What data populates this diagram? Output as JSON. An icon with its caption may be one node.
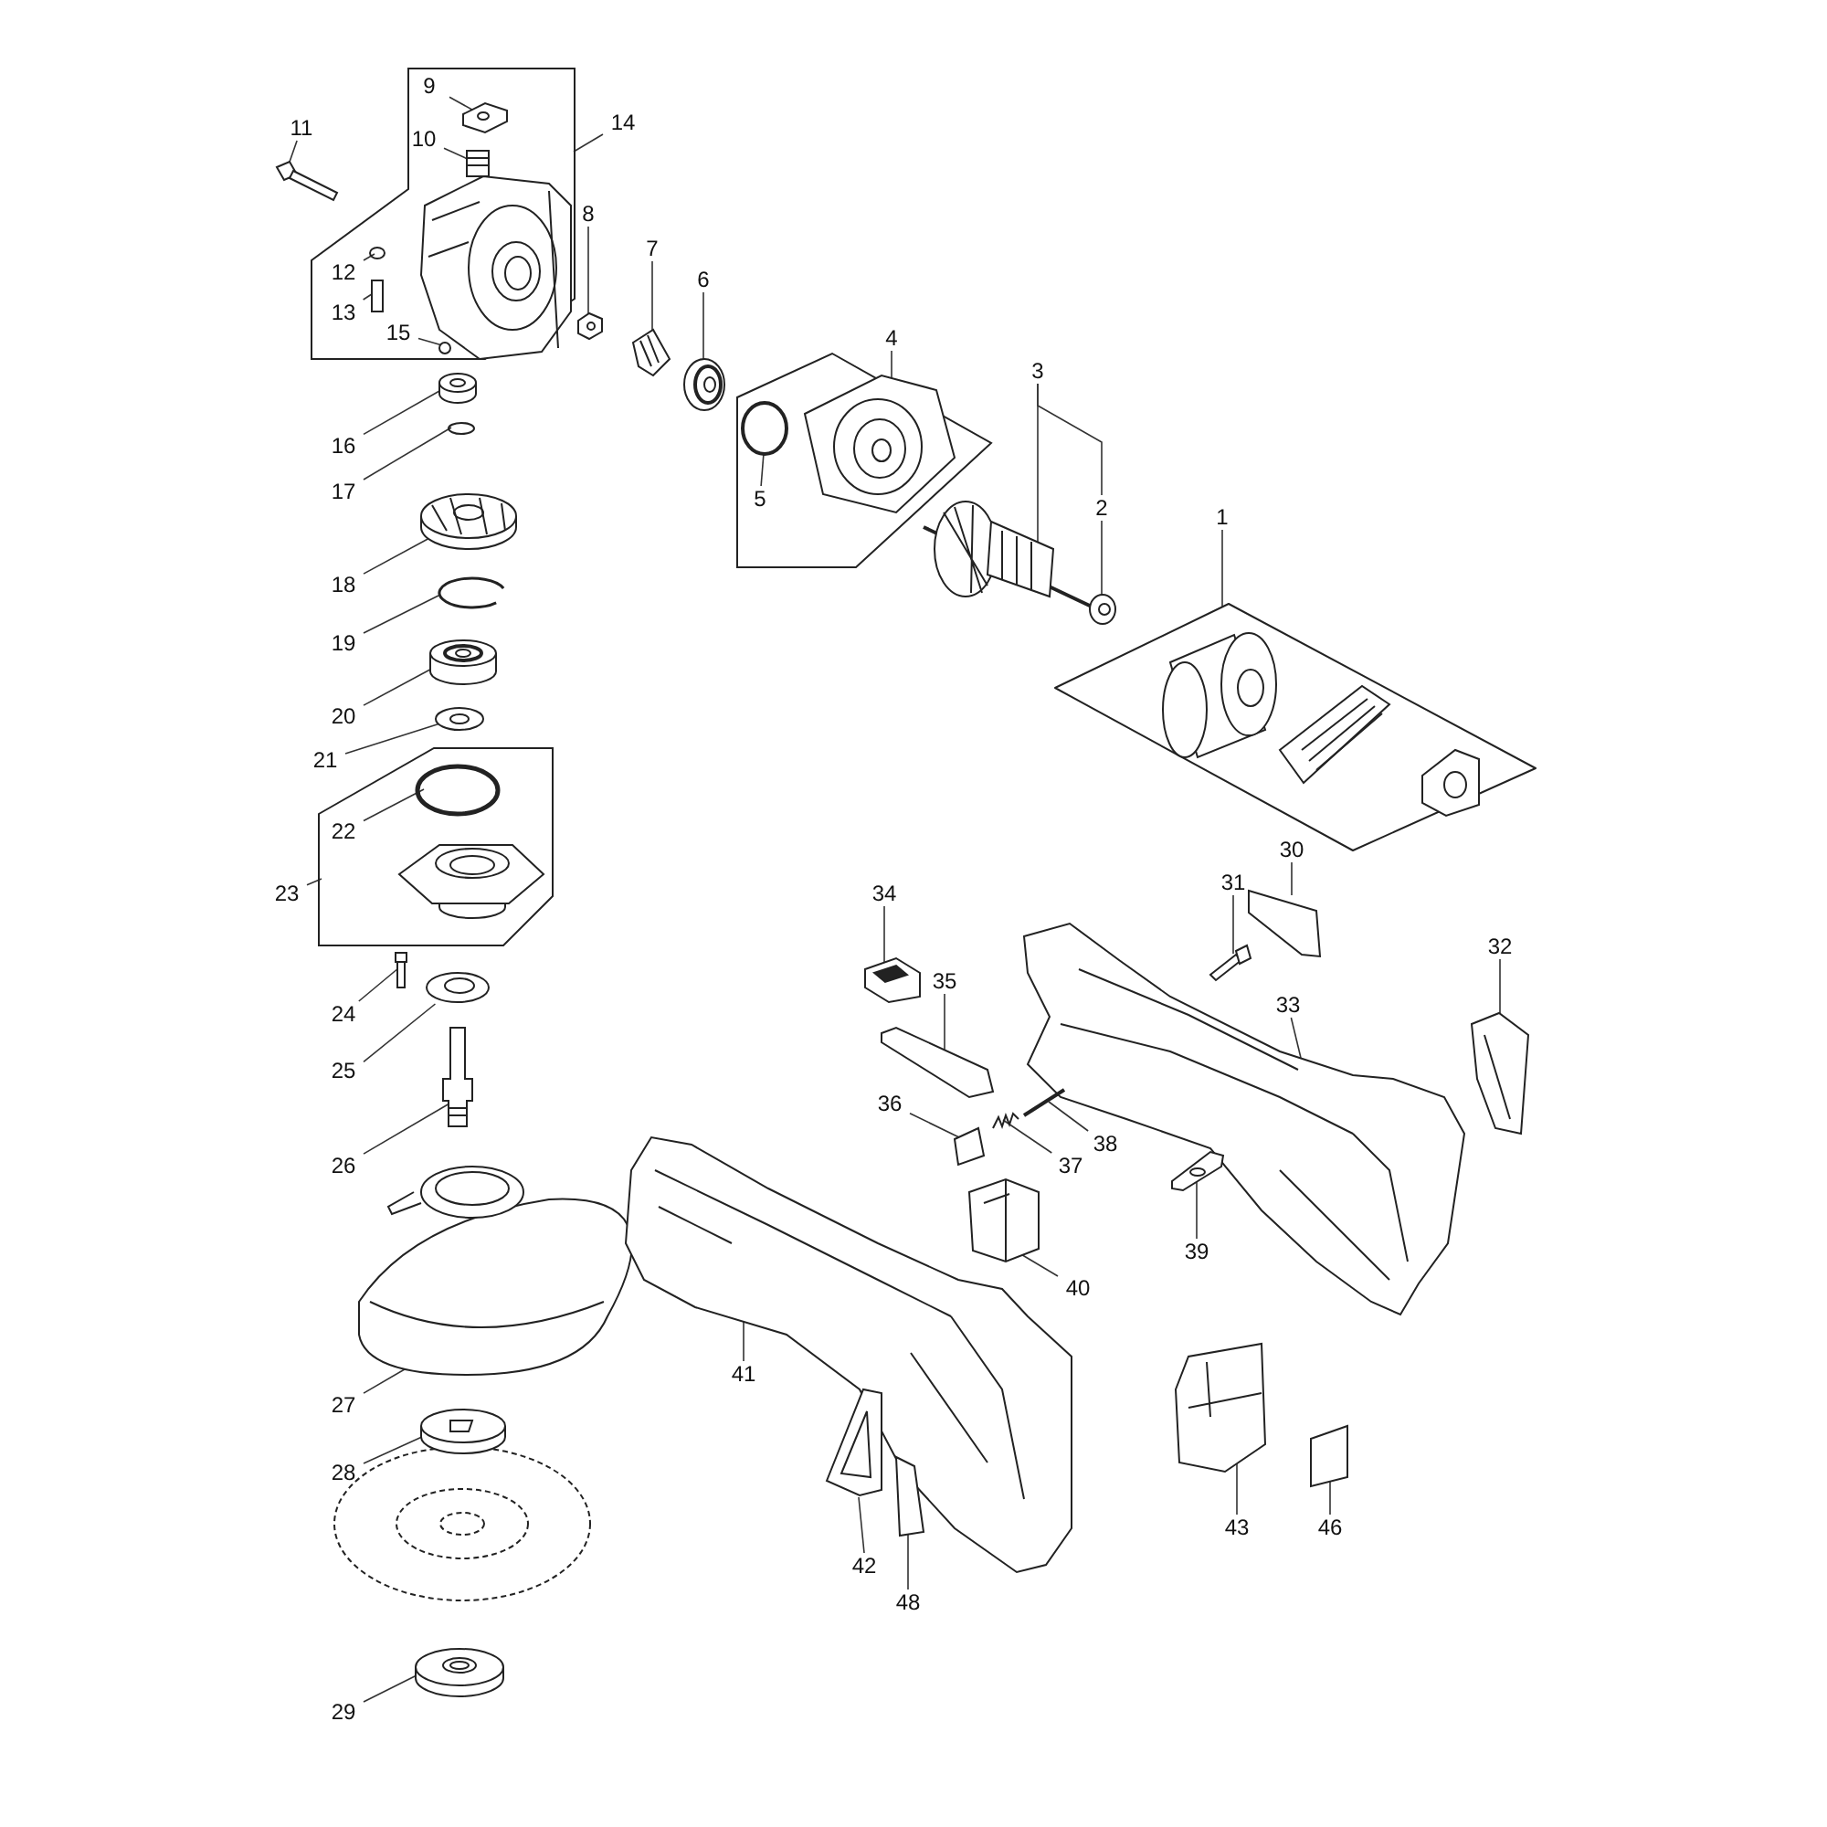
{
  "diagram": {
    "nodes": [
      {
        "text": [],
        "shape": "box"
      },
      {
        "text": [
          "9"
        ],
        "in": 0
      },
      {
        "text": [],
        "shape": "picture",
        "in": 0
      },
      {
        "text": [
          "10"
        ],
        "in": 0
      },
      {
        "text": [],
        "shape": "picture",
        "in": 0
      },
      {
        "text": [
          "11"
        ]
      },
      {
        "text": [],
        "shape": "box"
      },
      {
        "text": [
          "12"
        ],
        "in": 0
      },
      {
        "text": [],
        "shape": "circle",
        "in": 0
      },
      {
        "text": [
          "13"
        ],
        "in": 0
      },
      {
        "text": [],
        "shape": "box",
        "in": 0
      },
      {
        "text": [
          "15"
        ],
        "in": 0
      },
      {
        "text": [],
        "shape": "circle",
        "in": 0
      },
      {
        "text": [
          "14"
        ]
      },
      {
        "text": [
          "8"
        ]
      },
      {
        "text": [],
        "shape": "picture"
      },
      {
        "text": [
          "7"
        ]
      },
      {
        "text": [],
        "shape": "picture"
      },
      {
        "text": [
          "6"
        ]
      },
      {
        "text": [],
        "shape": "picture"
      },
      {
        "text": [
          "4"
        ]
      },
      {
        "text": [],
        "shape": "box"
      },
      {
        "text": [
          "5"
        ],
        "in": 21
      },
      {
        "text": [],
        "shape": "circle",
        "in": 21
      },
      {
        "text": [
          "3"
        ]
      },
      {
        "text": [],
        "shape": "picture"
      },
      {
        "text": [
          "2"
        ]
      },
      {
        "text": [],
        "shape": "picture"
      },
      {
        "text": [
          "1"
        ]
      },
      {
        "text": [],
        "shape": "box"
      },
      {
        "text": [
          "16"
        ]
      },
      {
        "text": [],
        "shape": "cylinder"
      },
      {
        "text": [
          "17"
        ]
      },
      {
        "text": [],
        "shape": "circle"
      },
      {
        "text": [
          "18"
        ]
      },
      {
        "text": [],
        "shape": "picture"
      },
      {
        "text": [
          "19"
        ]
      },
      {
        "text": [],
        "shape": "picture"
      },
      {
        "text": [
          "20"
        ]
      },
      {
        "text": [],
        "shape": "cylinder"
      },
      {
        "text": [
          "21"
        ]
      },
      {
        "text": [],
        "shape": "picture"
      },
      {
        "text": [
          "23"
        ]
      },
      {
        "text": [],
        "shape": "box"
      },
      {
        "text": [
          "22"
        ],
        "in": 43
      },
      {
        "text": [],
        "shape": "circle",
        "in": 43
      },
      {
        "text": [
          "24"
        ]
      },
      {
        "text": [],
        "shape": "box"
      },
      {
        "text": [
          "25"
        ]
      },
      {
        "text": [],
        "shape": "picture"
      },
      {
        "text": [
          "26"
        ]
      },
      {
        "text": [],
        "shape": "picture"
      },
      {
        "text": [
          "27"
        ]
      },
      {
        "text": [],
        "shape": "picture"
      },
      {
        "text": [
          "28"
        ]
      },
      {
        "text": [],
        "shape": "picture"
      },
      {
        "text": [
          "29"
        ]
      },
      {
        "text": [],
        "shape": "picture"
      },
      {
        "text": [
          "30"
        ]
      },
      {
        "text": [],
        "shape": "picture"
      },
      {
        "text": [
          "31"
        ]
      },
      {
        "text": [],
        "shape": "picture"
      },
      {
        "text": [
          "32"
        ]
      },
      {
        "text": [],
        "shape": "picture"
      },
      {
        "text": [
          "33"
        ]
      },
      {
        "text": [],
        "shape": "picture"
      },
      {
        "text": [
          "34"
        ]
      },
      {
        "text": [],
        "shape": "picture"
      },
      {
        "text": [
          "35"
        ]
      },
      {
        "text": [],
        "shape": "picture"
      },
      {
        "text": [
          "36"
        ]
      },
      {
        "text": [],
        "shape": "picture"
      },
      {
        "text": [
          "37"
        ]
      },
      {
        "text": [],
        "shape": "picture"
      },
      {
        "text": [
          "38"
        ]
      },
      {
        "text": [],
        "shape": "picture"
      },
      {
        "text": [
          "39"
        ]
      },
      {
        "text": [],
        "shape": "picture"
      },
      {
        "text": [
          "40"
        ]
      },
      {
        "text": [],
        "shape": "picture"
      },
      {
        "text": [
          "41"
        ]
      },
      {
        "text": [],
        "shape": "picture"
      },
      {
        "text": [
          "42"
        ]
      },
      {
        "text": [],
        "shape": "picture"
      },
      {
        "text": [
          "43"
        ]
      },
      {
        "text": [],
        "shape": "picture"
      },
      {
        "text": [
          "46"
        ]
      },
      {
        "text": [],
        "shape": "box"
      },
      {
        "text": [
          "48"
        ]
      },
      {
        "text": [],
        "shape": "picture"
      }
    ],
    "edges": [
      {
        "from": 1,
        "to": 2,
        "arrow": "none"
      },
      {
        "from": 3,
        "to": 4,
        "arrow": "none"
      },
      {
        "from": 5,
        "to": 6,
        "arrow": "none"
      },
      {
        "from": 7,
        "to": 8,
        "arrow": "none"
      },
      {
        "from": 9,
        "to": 10,
        "arrow": "none"
      },
      {
        "from": 11,
        "to": 12,
        "arrow": "none"
      },
      {
        "from": 13,
        "to": 0,
        "arrow": "none"
      },
      {
        "from": 14,
        "to": 15,
        "arrow": "none"
      },
      {
        "from": 16,
        "to": 17,
        "arrow": "none"
      },
      {
        "from": 18,
        "to": 19,
        "arrow": "none"
      },
      {
        "from": 20,
        "to": 21,
        "arrow": "none"
      },
      {
        "from": 22,
        "to": 23,
        "arrow": "none"
      },
      {
        "from": 24,
        "to": 25,
        "arrow": "none"
      },
      {
        "from": 24,
        "to": 26,
        "arrow": "none"
      },
      {
        "from": 26,
        "to": 27,
        "arrow": "none"
      },
      {
        "from": 28,
        "to": 29,
        "arrow": "none"
      },
      {
        "from": 30,
        "to": 31,
        "arrow": "none"
      },
      {
        "from": 32,
        "to": 33,
        "arrow": "none"
      },
      {
        "from": 34,
        "to": 35,
        "arrow": "none"
      },
      {
        "from": 36,
        "to": 37,
        "arrow": "none"
      },
      {
        "from": 38,
        "to": 39,
        "arrow": "none"
      },
      {
        "from": 40,
        "to": 41,
        "arrow": "none"
      },
      {
        "from": 42,
        "to": 43,
        "arrow": "none"
      },
      {
        "from": 44,
        "to": 45,
        "arrow": "none"
      },
      {
        "from": 46,
        "to": 47,
        "arrow": "none"
      },
      {
        "from": 48,
        "to": 49,
        "arrow": "none"
      },
      {
        "from": 50,
        "to": 51,
        "arrow": "none"
      },
      {
        "from": 52,
        "to": 53,
        "arrow": "none"
      },
      {
        "from": 54,
        "to": 55,
        "arrow": "none"
      },
      {
        "from": 56,
        "to": 57,
        "arrow": "none"
      },
      {
        "from": 58,
        "to": 59,
        "arrow": "none"
      },
      {
        "from": 60,
        "to": 61,
        "arrow": "none"
      },
      {
        "from": 62,
        "to": 63,
        "arrow": "none"
      },
      {
        "from": 64,
        "to": 65,
        "arrow": "none"
      },
      {
        "from": 66,
        "to": 67,
        "arrow": "none"
      },
      {
        "from": 68,
        "to": 69,
        "arrow": "none"
      },
      {
        "from": 70,
        "to": 71,
        "arrow": "none"
      },
      {
        "from": 72,
        "to": 73,
        "arrow": "none"
      },
      {
        "from": 74,
        "to": 75,
        "arrow": "none"
      },
      {
        "from": 76,
        "to": 77,
        "arrow": "none"
      },
      {
        "from": 78,
        "to": 79,
        "arrow": "none"
      },
      {
        "from": 80,
        "to": 81,
        "arrow": "none"
      },
      {
        "from": 82,
        "to": 83,
        "arrow": "none"
      },
      {
        "from": 84,
        "to": 85,
        "arrow": "none"
      },
      {
        "from": 86,
        "to": 87,
        "arrow": "none"
      },
      {
        "from": 88,
        "to": 89,
        "arrow": "none"
      }
    ]
  }
}
